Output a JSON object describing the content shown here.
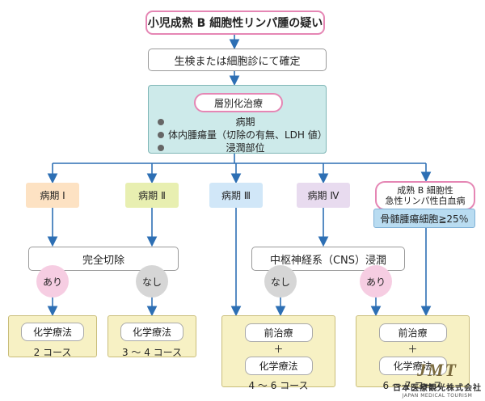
{
  "title": "小児成熟 B 細胞性リンパ腫の疑い",
  "step_biopsy": "生検または細胞診にて確定",
  "stratify": {
    "title": "層別化治療",
    "items": [
      "病期",
      "体内腫瘍量（切除の有無、LDH 値）",
      "浸潤部位"
    ]
  },
  "stages": {
    "s1": "病期 Ⅰ",
    "s2": "病期 Ⅱ",
    "s3": "病期 Ⅲ",
    "s4": "病期 Ⅳ",
    "bcell_line1": "成熟 B 細胞性",
    "bcell_line2": "急性リンパ性白血病",
    "bone_marrow": "骨髄腫瘍細胞≧25％"
  },
  "decisions": {
    "resection": "完全切除",
    "cns": "中枢神経系（CNS）浸潤",
    "yes": "あり",
    "no": "なし"
  },
  "results": {
    "r1_title": "化学療法",
    "r1_course": "2 コース",
    "r2_title": "化学療法",
    "r2_course": "3 ～ 4 コース",
    "pre": "前治療",
    "plus": "＋",
    "chemo": "化学療法",
    "r3_course": "4 ～ 6 コース",
    "r4_course": "6 ～ 7 コース"
  },
  "logo": {
    "mark": "JMT",
    "jp": "日本医療観光株式会社",
    "en": "JAPAN MEDICAL TOURISM"
  },
  "colors": {
    "arrow": "#2d6fb4",
    "accent_pink": "#e586b4",
    "layer_bg": "#cdeaea"
  }
}
